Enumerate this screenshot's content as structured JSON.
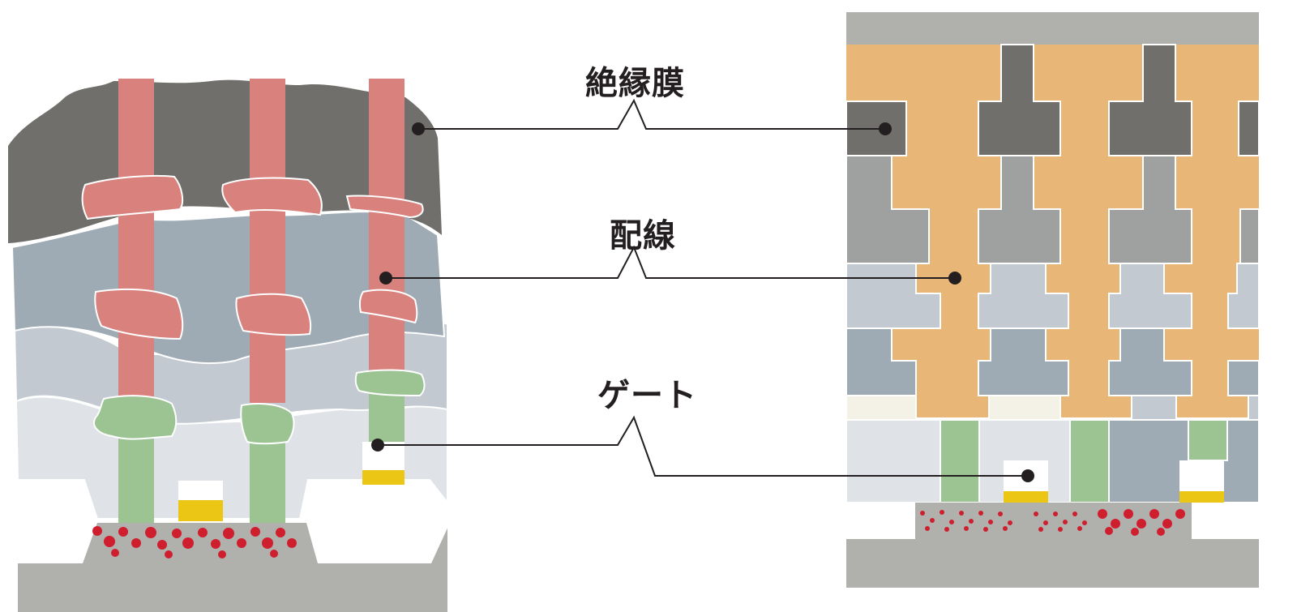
{
  "labels": {
    "insulator": "絶縁膜",
    "wiring": "配線",
    "gate": "ゲート"
  },
  "colors": {
    "insulator_dark": "#706f6b",
    "insulator_mid": "#9fa0a0",
    "layer_blue": "#9eaab4",
    "layer_light_blue": "#c2c9d0",
    "layer_pale": "#dfe3e7",
    "wiring_pink": "#d9817d",
    "wiring_orange": "#e8b676",
    "gate_green": "#9bc492",
    "gate_yellow": "#ecc615",
    "substrate": "#b0b1ad",
    "dots_red": "#cf1f2e",
    "cream": "#f4f2e6",
    "leader_line": "#231f20"
  }
}
